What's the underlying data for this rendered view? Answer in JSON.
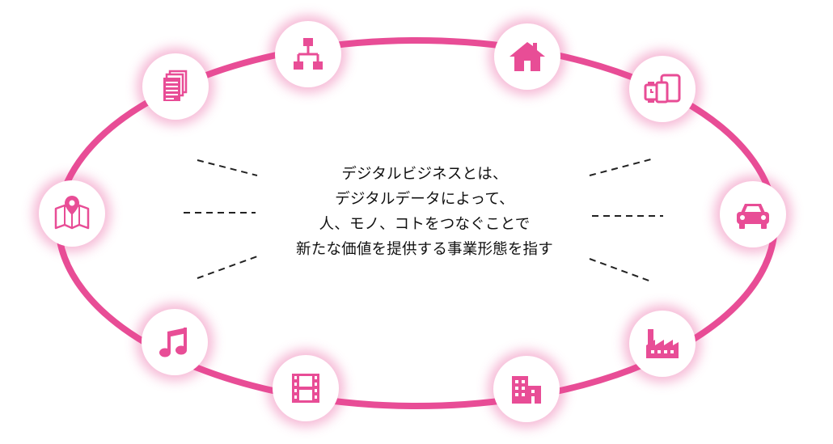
{
  "colors": {
    "accent": "#e84d96",
    "text": "#111111",
    "dash": "#222222",
    "background": "#ffffff"
  },
  "center_text": {
    "line1": "デジタルビジネスとは、",
    "line2": "デジタルデータによって、",
    "line3": "人、モノ、コトをつなぐことで",
    "line4": "新たな価値を提供する事業形態を指す"
  },
  "icons": [
    "documents-icon",
    "hierarchy-icon",
    "house-icon",
    "devices-icon",
    "car-icon",
    "factory-icon",
    "building-icon",
    "film-icon",
    "music-note-icon",
    "map-pin-icon"
  ]
}
